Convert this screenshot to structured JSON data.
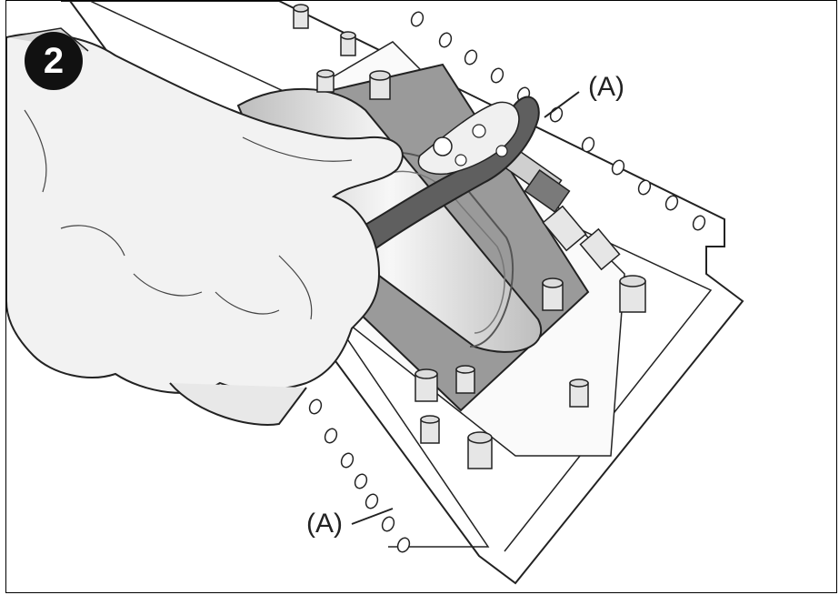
{
  "step": {
    "number": "2"
  },
  "callouts": {
    "top": "(A)",
    "bottom": "(A)"
  },
  "colors": {
    "outline": "#222222",
    "glove": "#f2f2f2",
    "metal": "#d8d8d8",
    "plate": "#9a9a9a",
    "ratchet": "#5f5f5f",
    "ink": "#111111"
  }
}
